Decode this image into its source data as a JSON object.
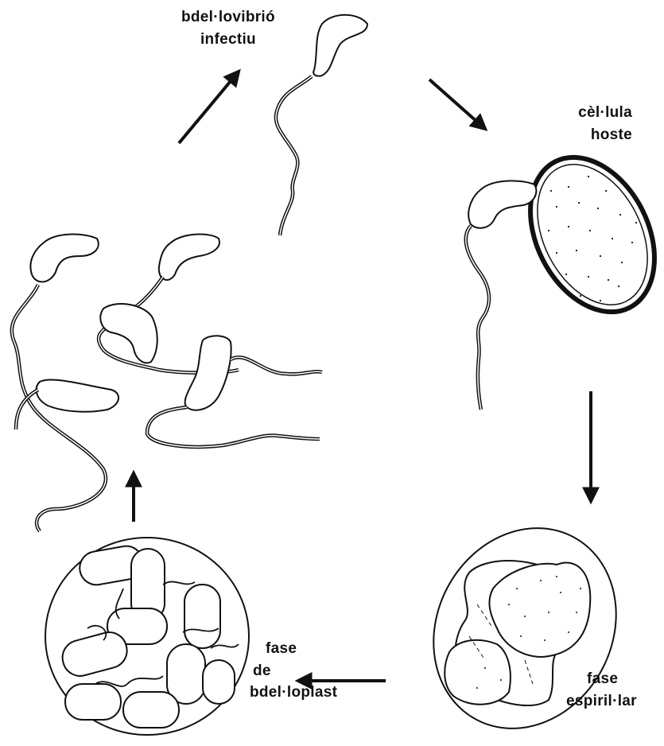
{
  "labels": {
    "infective": [
      "bdel·lovibrió",
      "infectiu"
    ],
    "host": [
      "cèl·lula",
      "hoste"
    ],
    "spiral": [
      "fase",
      "espiril·lar"
    ],
    "bdelloplast": [
      "fase",
      "de",
      "bdel·loplast"
    ]
  },
  "colors": {
    "ink": "#111111",
    "paper": "#ffffff"
  }
}
